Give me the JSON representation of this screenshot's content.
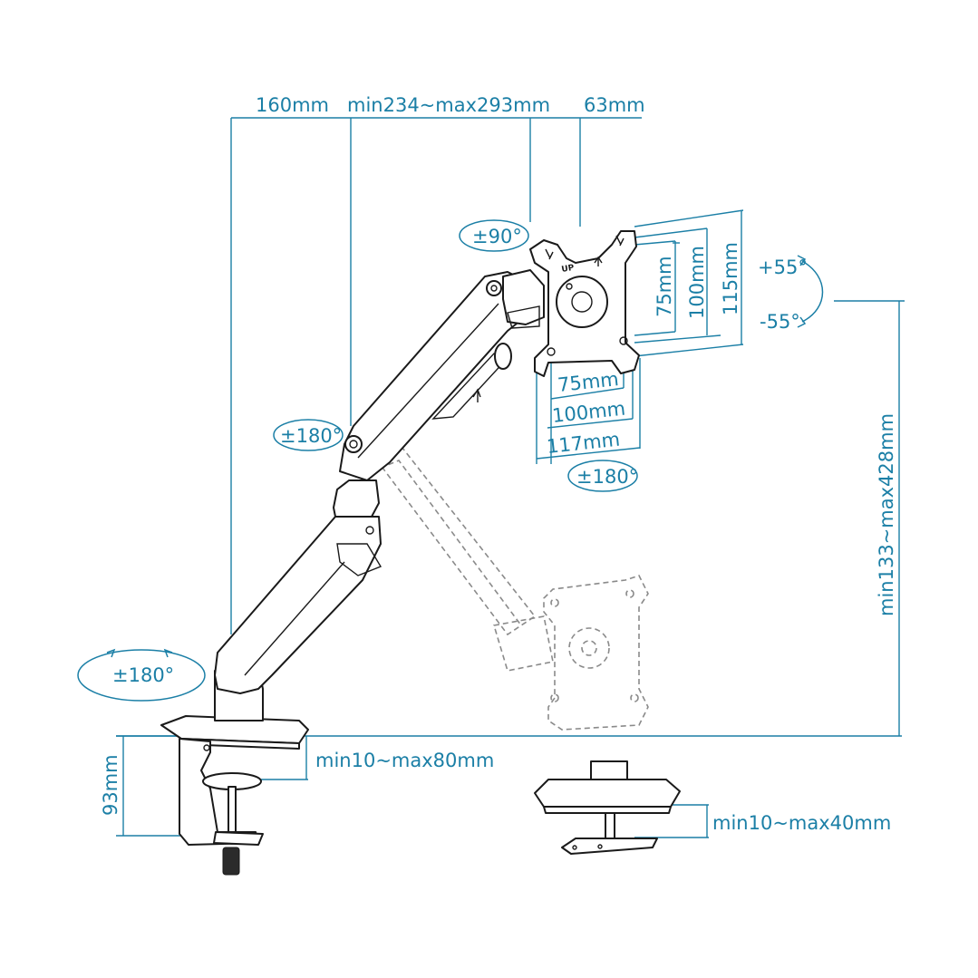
{
  "colors": {
    "dimension": "#1b7fa6",
    "outline": "#1a1a1a",
    "ghost": "#8a8a8a"
  },
  "dimensions": {
    "arm_reach": "160mm",
    "arm_extension": "min234~max293mm",
    "vesa_offset": "63mm",
    "vesa_h_75": "75mm",
    "vesa_h_100": "100mm",
    "vesa_h_117": "117mm",
    "vesa_v_75": "75mm",
    "vesa_v_100": "100mm",
    "vesa_v_115": "115mm",
    "height_range": "min133~max428mm",
    "clamp_height": "93mm",
    "clamp_range": "min10~max80mm",
    "grommet_range": "min10~max40mm"
  },
  "rotations": {
    "base_swivel": "±180°",
    "elbow_swivel": "±180°",
    "head_swivel": "±90°",
    "screen_rotation": "±180°",
    "tilt_up": "+55°",
    "tilt_down": "-55°"
  },
  "labels": {
    "vesa_up": "UP"
  }
}
